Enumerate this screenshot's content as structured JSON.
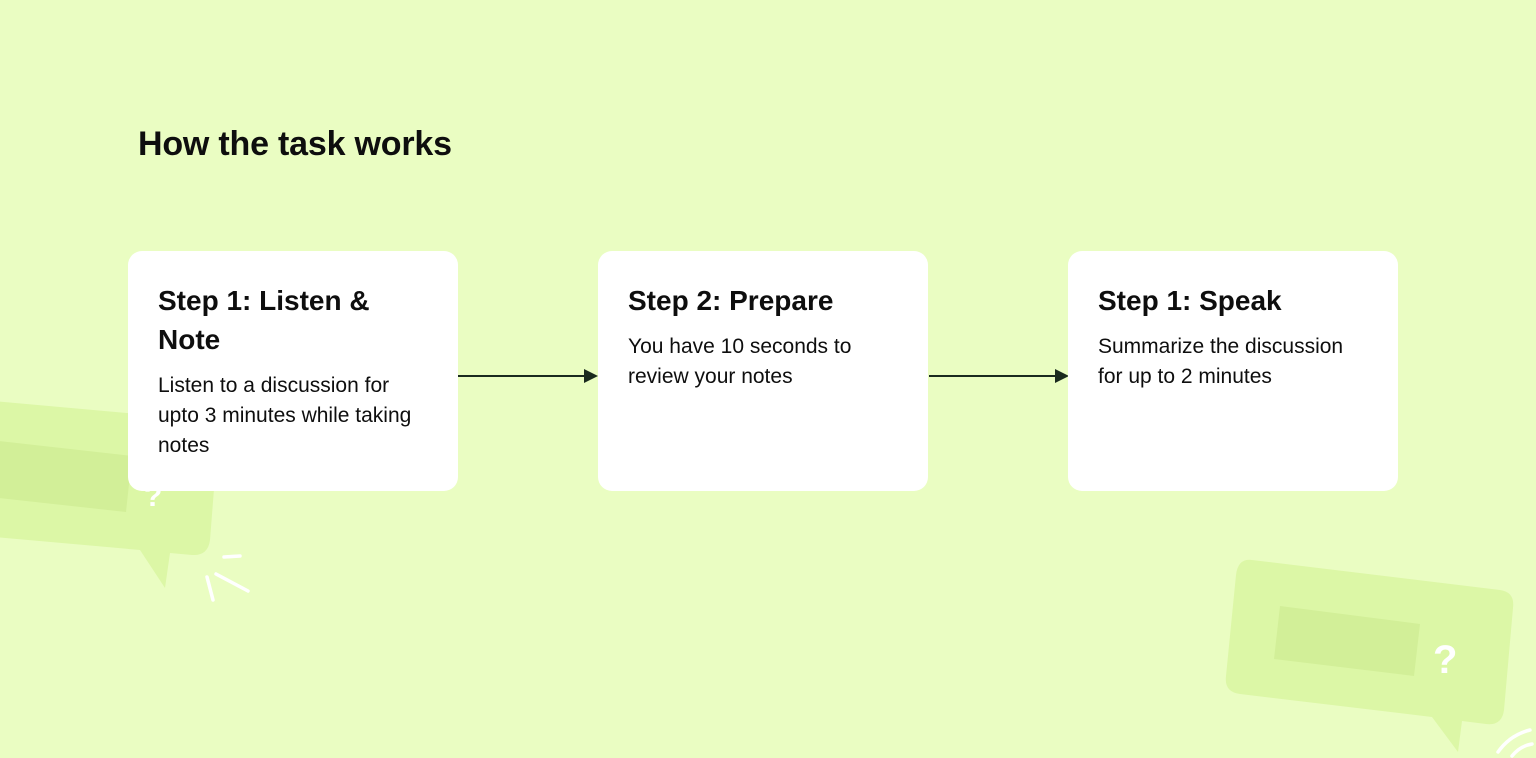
{
  "heading": "How the task works",
  "steps": [
    {
      "title": "Step 1: Listen & Note",
      "description": "Listen to a discussion for upto 3 minutes while taking notes"
    },
    {
      "title": "Step 2: Prepare",
      "description": "You have 10 seconds to review your notes"
    },
    {
      "title": "Step 1: Speak",
      "description": "Summarize the discussion for up to 2 minutes"
    }
  ],
  "colors": {
    "background": "#eafdc2",
    "card": "#ffffff",
    "text": "#0e0e0e",
    "arrow": "#1a2a1e",
    "bubble": "#dcf7a6",
    "bubble_inner": "#d2ef98"
  },
  "icons": [
    "speech-bubble-icon",
    "question-mark-icon",
    "burst-lines-icon",
    "arrow-right-icon"
  ]
}
